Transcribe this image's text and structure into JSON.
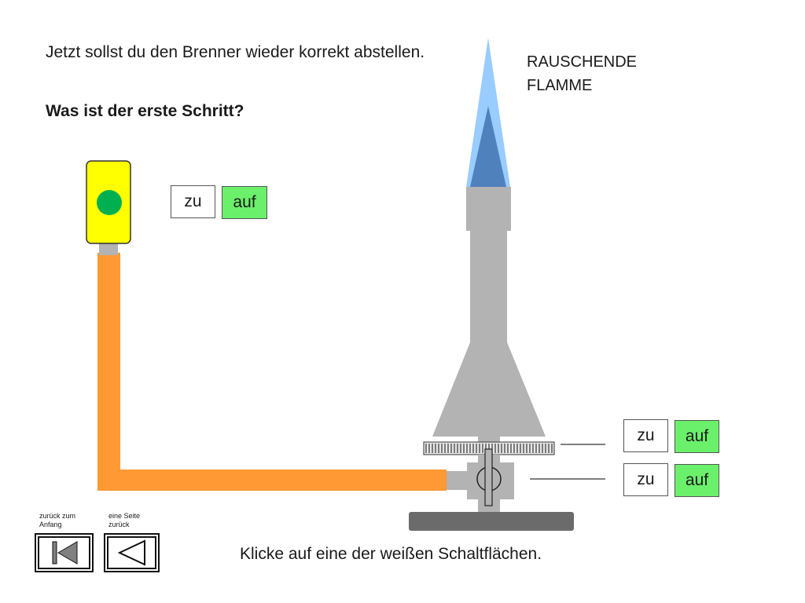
{
  "instruction": {
    "text": "Jetzt sollst du den Brenner wieder korrekt abstellen.",
    "question": "Was ist der erste Schritt?"
  },
  "flame_state": {
    "line1": "RAUSCHENDE",
    "line2": "FLAMME"
  },
  "gas_tap": {
    "status": "open",
    "buttons": {
      "close_label": "zu",
      "open_label": "auf"
    }
  },
  "air_regulator": {
    "buttons": {
      "close_label": "zu",
      "open_label": "auf"
    }
  },
  "gas_regulator": {
    "buttons": {
      "close_label": "zu",
      "open_label": "auf"
    }
  },
  "navigation": {
    "first_page_label": "zurück zum Anfang",
    "back_label": "eine Seite zurück"
  },
  "hint": "Klicke auf eine der weißen Schaltflächen.",
  "colors": {
    "tap_body": "#ffff00",
    "indicator_on": "#00b050",
    "hose": "#ff9933",
    "metal": "#b3b3b3",
    "base": "#6b6b6b",
    "flame_outer": "#99ccff",
    "flame_inner": "#4f81bd",
    "active_button": "#6bf06b"
  }
}
